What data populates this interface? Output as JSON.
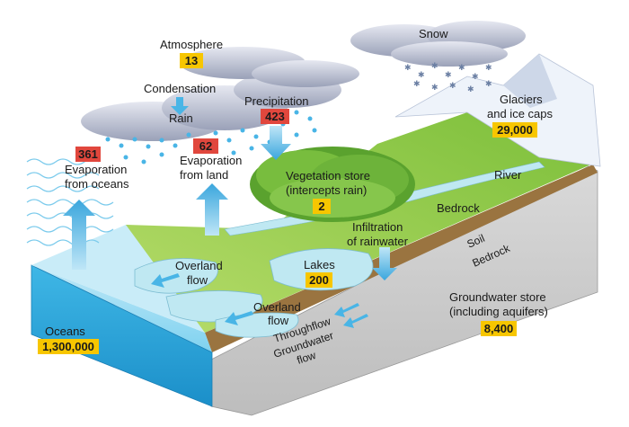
{
  "colors": {
    "value_box_store": "#f7c600",
    "value_box_flux": "#e1473d",
    "ocean": "#5fc8ec",
    "land": "#8dc63f",
    "bedrock": "#cfcfcf",
    "soil": "#8a6a3a",
    "arrow": "#4aaee0"
  },
  "labels": {
    "atmosphere": "Atmosphere",
    "snow": "Snow",
    "condensation": "Condensation",
    "rain": "Rain",
    "precipitation": "Precipitation",
    "glaciers_1": "Glaciers",
    "glaciers_2": "and ice caps",
    "evap_oceans_1": "Evaporation",
    "evap_oceans_2": "from oceans",
    "evap_land_1": "Evaporation",
    "evap_land_2": "from land",
    "vegetation_1": "Vegetation store",
    "vegetation_2": "(intercepts rain)",
    "river": "River",
    "bedrock_top": "Bedrock",
    "infiltration_1": "Infiltration",
    "infiltration_2": "of rainwater",
    "soil": "Soil",
    "bedrock_edge": "Bedrock",
    "overland_1a": "Overland",
    "overland_1b": "flow",
    "lakes": "Lakes",
    "overland_2a": "Overland",
    "overland_2b": "flow",
    "throughflow": "Throughflow",
    "groundwater_flow_1": "Groundwater",
    "groundwater_flow_2": "flow",
    "groundwater_store_1": "Groundwater store",
    "groundwater_store_2": "(including aquifers)",
    "oceans": "Oceans"
  },
  "values": {
    "atmosphere": "13",
    "precipitation": "423",
    "glaciers": "29,000",
    "evap_oceans": "361",
    "evap_land": "62",
    "vegetation": "2",
    "lakes": "200",
    "groundwater": "8,400",
    "oceans": "1,300,000"
  }
}
